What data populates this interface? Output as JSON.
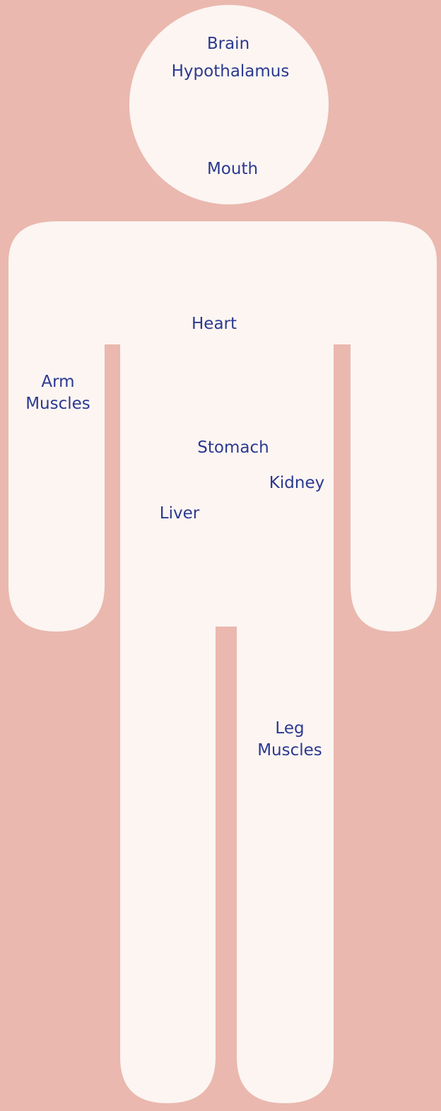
{
  "colors": {
    "background": "#EAB8AE",
    "body": "#FCF5F2",
    "label_text": "#2B3990"
  },
  "labels": {
    "brain": "Brain",
    "hypothalamus": "Hypothalamus",
    "mouth": "Mouth",
    "heart": "Heart",
    "arm_muscles_line1": "Arm",
    "arm_muscles_line2": "Muscles",
    "stomach": "Stomach",
    "kidney": "Kidney",
    "liver": "Liver",
    "leg_muscles_line1": "Leg",
    "leg_muscles_line2": "Muscles"
  }
}
